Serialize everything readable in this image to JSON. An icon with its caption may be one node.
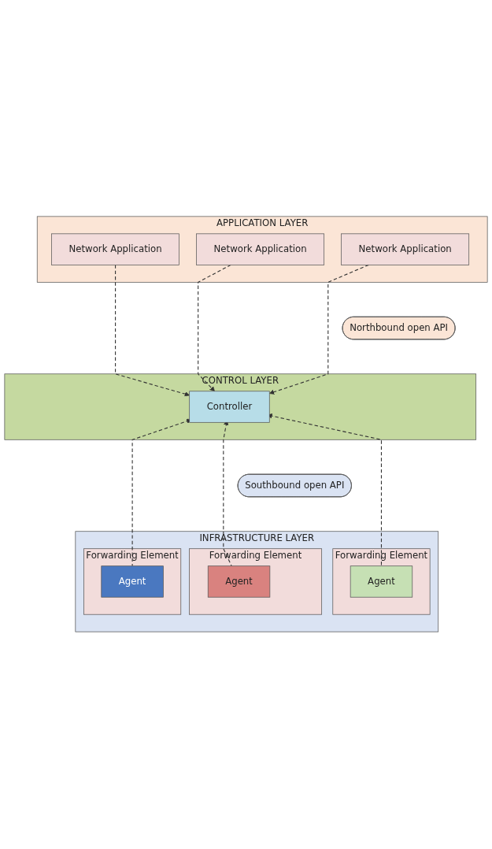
{
  "diagram": {
    "nodes": [
      {
        "text": [
          "APPLICATION LAYER"
        ]
      },
      {
        "text": [
          "Network Application"
        ],
        "in": 0
      },
      {
        "text": [
          "Network Application"
        ],
        "in": 0
      },
      {
        "text": [
          "Network Application"
        ],
        "in": 0
      },
      {
        "text": [
          "Northbound open API"
        ]
      },
      {
        "text": [
          "CONTROL LAYER"
        ]
      },
      {
        "text": [
          "Controller"
        ],
        "in": 5
      },
      {
        "text": [
          "Southbound open API"
        ]
      },
      {
        "text": [
          "INFRASTRUCTURE LAYER"
        ]
      },
      {
        "text": [
          "Forwarding Element"
        ],
        "in": 8
      },
      {
        "text": [
          "Agent"
        ],
        "in": 9
      },
      {
        "text": [
          "Forwarding Element"
        ],
        "in": 8
      },
      {
        "text": [
          "Agent"
        ],
        "in": 11
      },
      {
        "text": [
          "Forwarding Element"
        ],
        "in": 8
      },
      {
        "text": [
          "Agent"
        ],
        "in": 13
      }
    ],
    "edges": [
      {
        "from": 1,
        "to": 6,
        "arrow": "to",
        "style": "dashed"
      },
      {
        "from": 2,
        "to": 6,
        "arrow": "to",
        "style": "dashed"
      },
      {
        "from": 3,
        "to": 6,
        "arrow": "to",
        "style": "dashed"
      },
      {
        "from": 10,
        "to": 6,
        "arrow": "to",
        "style": "dashed"
      },
      {
        "from": 12,
        "to": 6,
        "arrow": "to",
        "style": "dashed"
      },
      {
        "from": 14,
        "to": 6,
        "arrow": "to",
        "style": "dashed"
      }
    ]
  }
}
